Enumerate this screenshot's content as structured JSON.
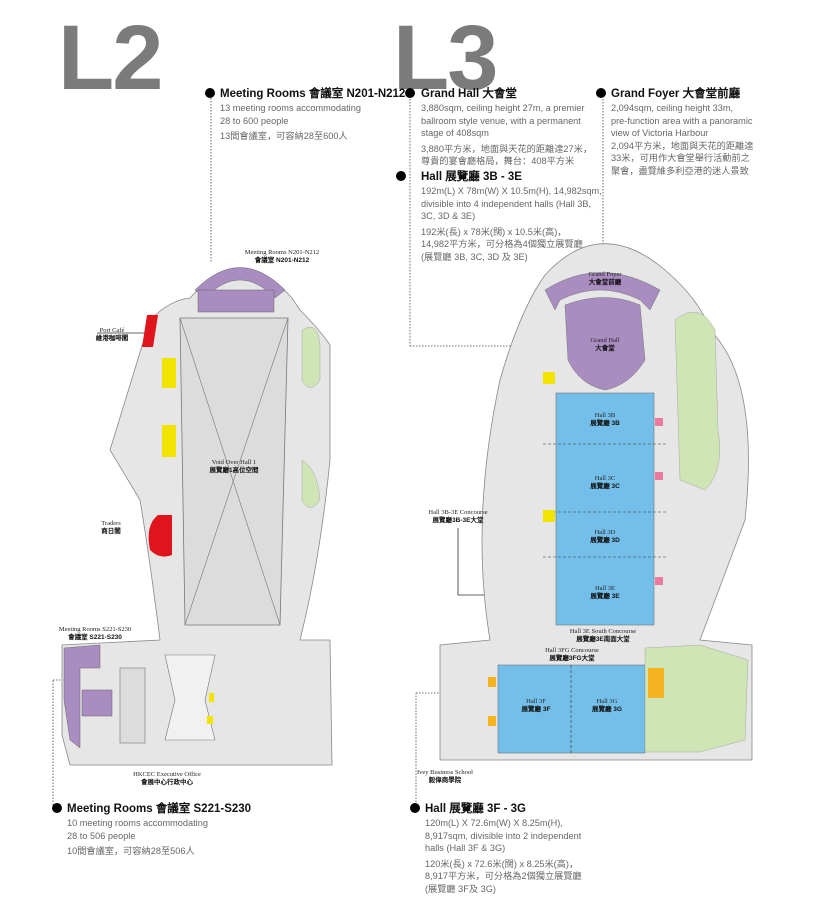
{
  "levels": {
    "l2": "L2",
    "l3": "L3"
  },
  "l2": {
    "north_rooms": {
      "title": "Meeting Rooms 會議室 N201-N212",
      "desc_en": [
        "13 meeting rooms accommodating",
        "28 to 600 people"
      ],
      "desc_zh": "13間會議室，可容納28至600人"
    },
    "south_rooms": {
      "title": "Meeting Rooms 會議室 S221-S230",
      "desc_en": [
        "10 meeting rooms accommodating",
        "28 to 506 people"
      ],
      "desc_zh": "10間會議室，可容納28至506人"
    },
    "map_labels": {
      "north_en": "Meeting Rooms N201-N212",
      "north_zh": "會議室 N201-N212",
      "port_cafe_en": "Port Café",
      "port_cafe_zh": "維港咖啡閣",
      "void_en": "Void Over Hall 1",
      "void_zh": "展覽廳1高位空間",
      "traders_en": "Traders",
      "traders_zh": "商日閣",
      "south_en": "Meeting Rooms S221-S230",
      "south_zh": "會議室 S221-S230",
      "exec_en": "HKCEC Executive Office",
      "exec_zh": "會展中心行政中心"
    }
  },
  "l3": {
    "grand_hall": {
      "title": "Grand Hall 大會堂",
      "desc_en": [
        "3,880sqm, ceiling height 27m, a premier",
        "ballroom style venue, with a permanent",
        "stage of 408sqm"
      ],
      "desc_zh": [
        "3,880平方米，地面與天花的距離達27米，",
        "尊貴的宴會廳格局，舞台：408平方米"
      ]
    },
    "grand_foyer": {
      "title": "Grand Foyer 大會堂前廳",
      "desc_en": [
        "2,094sqm, ceiling height 33m,",
        "pre-function area with a panoramic",
        "view of Victoria Harbour"
      ],
      "desc_zh": [
        "2,094平方米，地面與天花的距離達",
        "33米，可用作大會堂舉行活動前之",
        "聚會，盡覽維多利亞港的迷人景致"
      ]
    },
    "hall_3b_3e": {
      "title": "Hall 展覽廳 3B - 3E",
      "desc_en": [
        "192m(L) X 78m(W) X 10.5m(H), 14,982sqm,",
        "divisible into 4 independent halls (Hall 3B,",
        "3C, 3D & 3E)"
      ],
      "desc_zh": [
        "192米(長) x 78米(闊) x 10.5米(高)，",
        "14,982平方米，可分格為4個獨立展覽廳",
        "(展覽廳 3B, 3C, 3D 及 3E)"
      ]
    },
    "hall_3f_3g": {
      "title": "Hall 展覽廳 3F - 3G",
      "desc_en": [
        "120m(L) X 72.6m(W) X 8.25m(H),",
        "8,917sqm, divisible into 2 independent",
        "halls (Hall 3F & 3G)"
      ],
      "desc_zh": [
        "120米(長) x 72.6米(闊) x 8.25米(高)，",
        "8,917平方米，可分格為2個獨立展覽廳",
        "(展覽廳 3F及 3G)"
      ]
    },
    "map_labels": {
      "foyer_en": "Grand Foyer",
      "foyer_zh": "大會堂前廳",
      "ghall_en": "Grand Hall",
      "ghall_zh": "大會堂",
      "h3b_en": "Hall 3B",
      "h3b_zh": "展覽廳 3B",
      "h3c_en": "Hall 3C",
      "h3c_zh": "展覽廳 3C",
      "h3d_en": "Hall 3D",
      "h3d_zh": "展覽廳 3D",
      "h3e_en": "Hall 3E",
      "h3e_zh": "展覽廳 3E",
      "concourse_en": "Hall 3B-3E Concourse",
      "concourse_zh": "展覽廳3B-3E大堂",
      "south_conc_en": "Hall 3E South Concourse",
      "south_conc_zh": "展覽廳3E南面大堂",
      "fg_conc_en": "Hall 3FG Concourse",
      "fg_conc_zh": "展覽廳3FG大堂",
      "h3f_en": "Hall 3F",
      "h3f_zh": "展覽廳 3F",
      "h3g_en": "Hall 3G",
      "h3g_zh": "展覽廳 3G",
      "ivey_en": "Ivey Business School",
      "ivey_zh": "毅偉商學院"
    }
  },
  "colors": {
    "meeting": "#a98cc0",
    "hall": "#74bfe9",
    "restaurant": "#e0141c",
    "service": "#f2e300",
    "green": "#cfe5b6",
    "floor": "#e4e4e4"
  }
}
